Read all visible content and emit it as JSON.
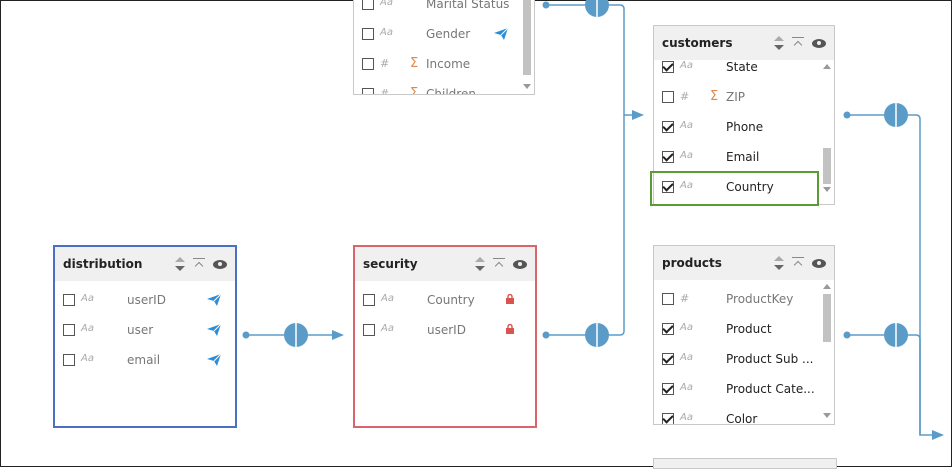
{
  "cards": {
    "top": {
      "fields": [
        {
          "type": "Aa",
          "name": "Marital Status",
          "checked": false
        },
        {
          "type": "Aa",
          "name": "Gender",
          "checked": false
        },
        {
          "type": "#",
          "name": "Income",
          "checked": false
        },
        {
          "type": "#",
          "name": "Children",
          "checked": false
        }
      ]
    },
    "customers": {
      "title": "customers",
      "fields": [
        {
          "type": "Aa",
          "name": "State",
          "checked": true
        },
        {
          "type": "#",
          "name": "ZIP",
          "checked": false
        },
        {
          "type": "Aa",
          "name": "Phone",
          "checked": true
        },
        {
          "type": "Aa",
          "name": "Email",
          "checked": true
        },
        {
          "type": "Aa",
          "name": "Country",
          "checked": true
        }
      ]
    },
    "distribution": {
      "title": "distribution",
      "fields": [
        {
          "type": "Aa",
          "name": "userID"
        },
        {
          "type": "Aa",
          "name": "user"
        },
        {
          "type": "Aa",
          "name": "email"
        }
      ]
    },
    "security": {
      "title": "security",
      "fields": [
        {
          "type": "Aa",
          "name": "Country"
        },
        {
          "type": "Aa",
          "name": "userID"
        }
      ]
    },
    "products": {
      "title": "products",
      "fields": [
        {
          "type": "#",
          "name": "ProductKey",
          "checked": false
        },
        {
          "type": "Aa",
          "name": "Product",
          "checked": true
        },
        {
          "type": "Aa",
          "name": "Product Sub ...",
          "checked": true
        },
        {
          "type": "Aa",
          "name": "Product Cate...",
          "checked": true
        },
        {
          "type": "Aa",
          "name": "Color",
          "checked": true
        }
      ]
    }
  },
  "symbols": {
    "sigma": "Σ"
  },
  "colors": {
    "connector": "#5b9bc8",
    "distribution_border": "#4a6fc5",
    "security_border": "#d9656b",
    "selection": "#5a9b35",
    "send_icon": "#2a8fd6",
    "lock_icon": "#d9534f"
  }
}
